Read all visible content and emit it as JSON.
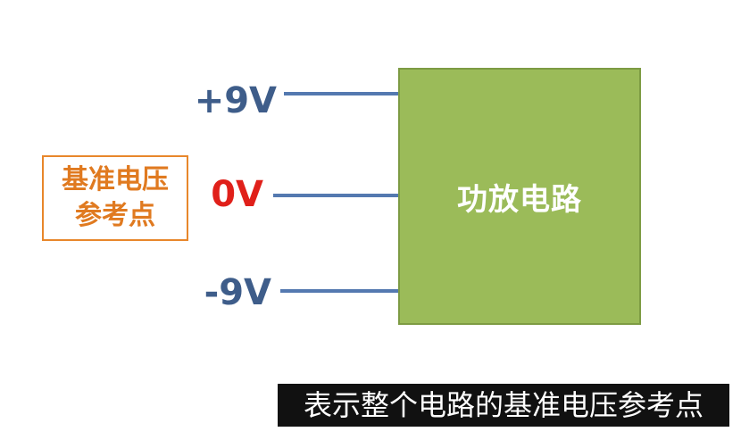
{
  "labels": {
    "plus_9v": "+9V",
    "zero_v": "0V",
    "minus_9v": "-9V"
  },
  "amplifier": {
    "label": "功放电路"
  },
  "reference_box": {
    "line1": "基准电压",
    "line2": "参考点"
  },
  "subtitle": {
    "text": "表示整个电路的基准电压参考点"
  },
  "colors": {
    "voltage_blue": "#3e5d8a",
    "zero_red": "#e0201a",
    "wire_blue": "#5479b0",
    "amp_green": "#9bbb59",
    "reference_orange": "#e07a20",
    "subtitle_bg": "#111111"
  }
}
